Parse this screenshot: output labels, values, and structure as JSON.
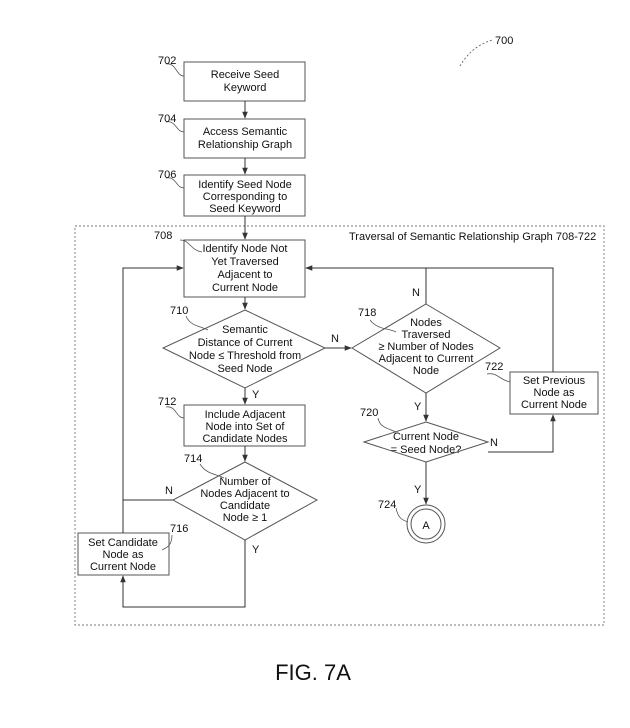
{
  "figure_number": "700",
  "figure_label": "FIG. 7A",
  "region_label": "Traversal of Semantic Relationship Graph 708-722",
  "steps": {
    "s702": {
      "ref": "702",
      "lines": [
        "Receive Seed",
        "Keyword"
      ]
    },
    "s704": {
      "ref": "704",
      "lines": [
        "Access Semantic",
        "Relationship Graph"
      ]
    },
    "s706": {
      "ref": "706",
      "lines": [
        "Identify Seed Node",
        "Corresponding to",
        "Seed Keyword"
      ]
    },
    "s708": {
      "ref": "708",
      "lines": [
        "Identify Node Not",
        "Yet Traversed",
        "Adjacent to",
        "Current Node"
      ]
    },
    "s710": {
      "ref": "710",
      "lines": [
        "Semantic",
        "Distance of Current",
        "Node ≤ Threshold from",
        "Seed Node"
      ]
    },
    "s712": {
      "ref": "712",
      "lines": [
        "Include Adjacent",
        "Node into Set of",
        "Candidate Nodes"
      ]
    },
    "s714": {
      "ref": "714",
      "lines": [
        "Number of",
        "Nodes Adjacent to",
        "Candidate",
        "Node ≥ 1"
      ]
    },
    "s716": {
      "ref": "716",
      "lines": [
        "Set Candidate",
        "Node as",
        "Current Node"
      ]
    },
    "s718": {
      "ref": "718",
      "lines": [
        "Nodes",
        "Traversed",
        "≥ Number of Nodes",
        "Adjacent to Current",
        "Node"
      ]
    },
    "s720": {
      "ref": "720",
      "lines": [
        "Current Node",
        "= Seed Node?"
      ]
    },
    "s722": {
      "ref": "722",
      "lines": [
        "Set Previous",
        "Node as",
        "Current Node"
      ]
    },
    "s724": {
      "ref": "724",
      "lines": [
        "A"
      ]
    }
  },
  "branch_labels": {
    "yes": "Y",
    "no": "N"
  }
}
